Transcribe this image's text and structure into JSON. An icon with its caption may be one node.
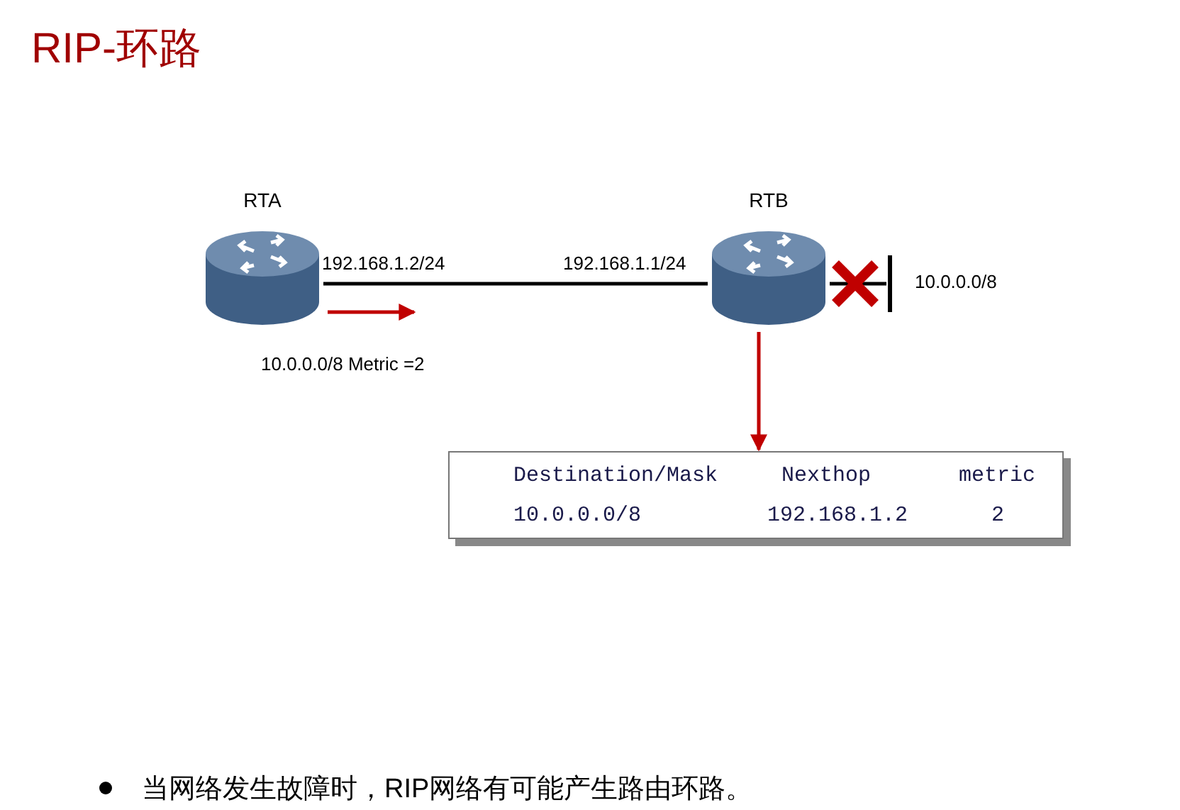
{
  "diagram": {
    "title": "RIP-环路",
    "nodes": [
      {
        "text": [
          "RTA"
        ]
      },
      {
        "text": [
          "RTB"
        ]
      },
      {
        "text": [
          "10.0.0.0/8"
        ]
      },
      {
        "text": [
          "Destination/Mask",
          "Nexthop",
          "metric",
          "10.0.0.0/8",
          "192.168.1.2",
          "2"
        ]
      }
    ],
    "edges": [
      {
        "from": 0,
        "to": 1,
        "arrow": "none"
      },
      {
        "from": 1,
        "to": 2,
        "arrow": "none"
      },
      {
        "from": 1,
        "to": 3,
        "arrow": "to",
        "color": "#c00000"
      }
    ],
    "labels": [
      "192.168.1.2/24",
      "192.168.1.1/24",
      "10.0.0.0/8 Metric =2",
      "当网络发生故障时，RIP网络有可能产生路由环路。"
    ]
  }
}
